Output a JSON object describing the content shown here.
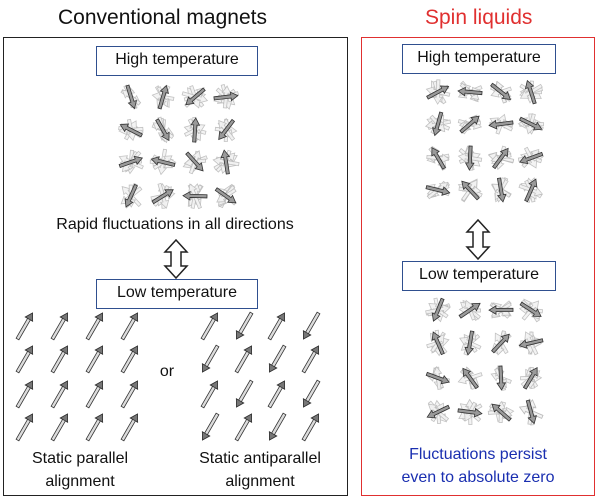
{
  "titles": {
    "left": "Conventional magnets",
    "right": "Spin liquids"
  },
  "left_panel": {
    "high_temp_label": "High temperature",
    "fluctuation_caption": "Rapid fluctuations in all directions",
    "low_temp_label": "Low temperature",
    "or_text": "or",
    "parallel_caption_line1": "Static parallel",
    "parallel_caption_line2": "alignment",
    "antiparallel_caption_line1": "Static antiparallel",
    "antiparallel_caption_line2": "alignment"
  },
  "right_panel": {
    "high_temp_label": "High temperature",
    "low_temp_label": "Low temperature",
    "persist_caption_line1": "Fluctuations persist",
    "persist_caption_line2": "even to absolute zero"
  },
  "colors": {
    "left_border": "#222222",
    "right_border": "#e03030",
    "label_box_border": "#2f4f8f",
    "persist_text": "#1a2fb0"
  },
  "icons": [
    "fluctuating-spin-icon",
    "spin-arrow-icon",
    "double-arrow-icon"
  ]
}
